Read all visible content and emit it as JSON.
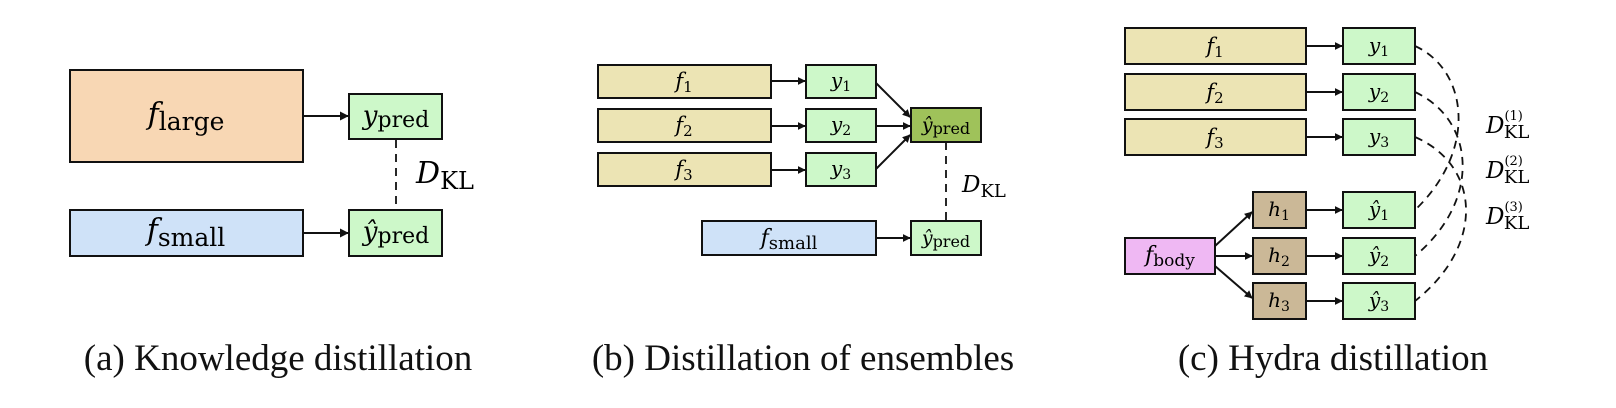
{
  "colors": {
    "large": "#f8d7b4",
    "small": "#cfe2f8",
    "pred": "#cdf8c9",
    "ensemble_model": "#ece4b4",
    "ensemble_pred": "#9fc25a",
    "body": "#efb8f3",
    "head": "#cbb897"
  },
  "panel_a": {
    "f_large": {
      "base": "f",
      "sub": "large"
    },
    "y_pred": {
      "base": "y",
      "sub": "pred"
    },
    "f_small": {
      "base": "f",
      "sub": "small"
    },
    "yhat_pred": {
      "base": "ŷ",
      "sub": "pred"
    },
    "kl": {
      "base": "D",
      "sub": "KL"
    },
    "caption": "(a) Knowledge distillation"
  },
  "panel_b": {
    "models": [
      {
        "base": "f",
        "sub": "1"
      },
      {
        "base": "f",
        "sub": "2"
      },
      {
        "base": "f",
        "sub": "3"
      }
    ],
    "outputs": [
      {
        "base": "y",
        "sub": "1"
      },
      {
        "base": "y",
        "sub": "2"
      },
      {
        "base": "y",
        "sub": "3"
      }
    ],
    "ensemble_pred": {
      "base": "ŷ",
      "sub": "pred"
    },
    "f_small": {
      "base": "f",
      "sub": "small"
    },
    "student_pred": {
      "base": "ŷ",
      "sub": "pred"
    },
    "kl": {
      "base": "D",
      "sub": "KL"
    },
    "caption": "(b) Distillation of ensembles"
  },
  "panel_c": {
    "models": [
      {
        "base": "f",
        "sub": "1"
      },
      {
        "base": "f",
        "sub": "2"
      },
      {
        "base": "f",
        "sub": "3"
      }
    ],
    "outputs": [
      {
        "base": "y",
        "sub": "1"
      },
      {
        "base": "y",
        "sub": "2"
      },
      {
        "base": "y",
        "sub": "3"
      }
    ],
    "body": {
      "base": "f",
      "sub": "body"
    },
    "heads": [
      {
        "base": "h",
        "sub": "1"
      },
      {
        "base": "h",
        "sub": "2"
      },
      {
        "base": "h",
        "sub": "3"
      }
    ],
    "head_outputs": [
      {
        "base": "ŷ",
        "sub": "1"
      },
      {
        "base": "ŷ",
        "sub": "2"
      },
      {
        "base": "ŷ",
        "sub": "3"
      }
    ],
    "kl_terms": [
      {
        "base": "D",
        "sub": "KL",
        "sup": "(1)"
      },
      {
        "base": "D",
        "sub": "KL",
        "sup": "(2)"
      },
      {
        "base": "D",
        "sub": "KL",
        "sup": "(3)"
      }
    ],
    "caption": "(c) Hydra distillation"
  }
}
